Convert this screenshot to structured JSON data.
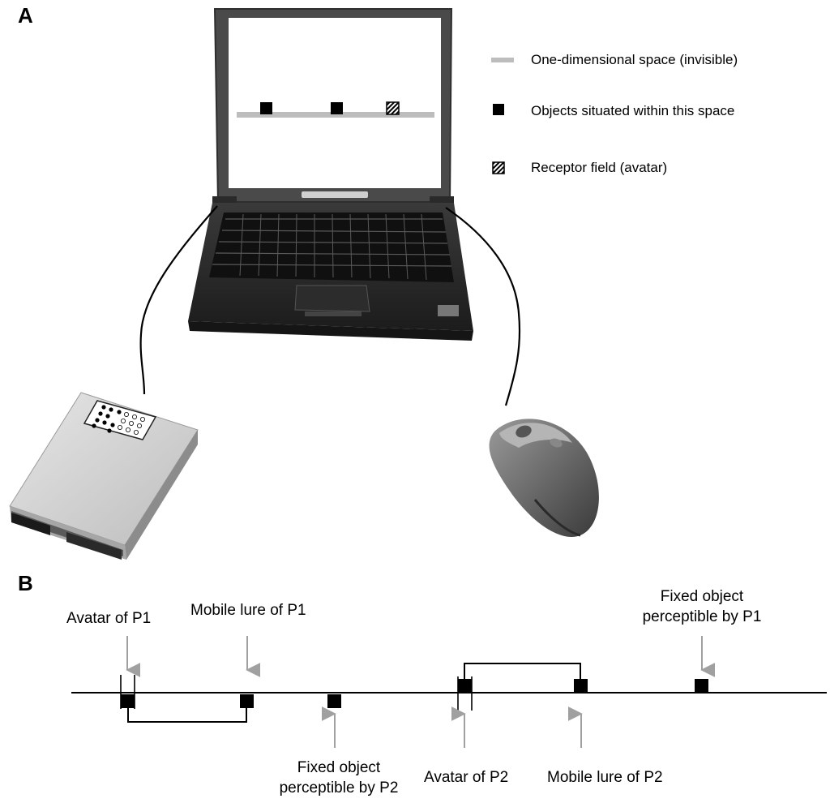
{
  "panel_a": {
    "label": "A",
    "legend": [
      {
        "text": "One-dimensional space (invisible)",
        "icon": "gray-line-icon"
      },
      {
        "text": "Objects situated within this space",
        "icon": "black-square-icon"
      },
      {
        "text": "Receptor field (avatar)",
        "icon": "hatched-square-icon"
      }
    ]
  },
  "panel_b": {
    "label": "B",
    "annotations": {
      "avatar_p1": "Avatar of P1",
      "mobile_lure_p1": "Mobile lure of P1",
      "fixed_p1_line1": "Fixed object",
      "fixed_p1_line2": "perceptible by P1",
      "fixed_p2_line1": "Fixed object",
      "fixed_p2_line2": "perceptible by P2",
      "avatar_p2": "Avatar of P2",
      "mobile_lure_p2": "Mobile lure of P2"
    }
  },
  "colors": {
    "gray_line": "#bdbdbd",
    "arrow": "#a0a0a0",
    "object": "#000000"
  }
}
